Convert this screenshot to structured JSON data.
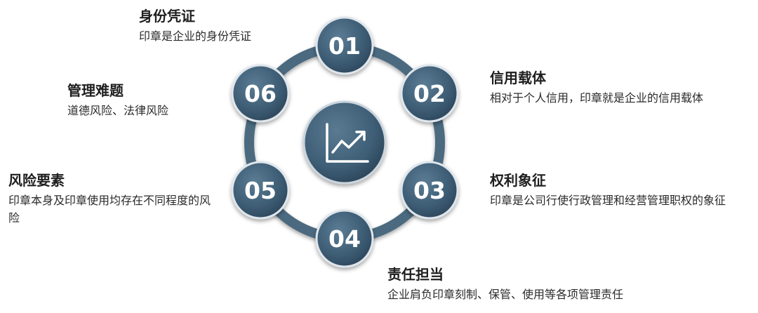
{
  "colors": {
    "node_fill": "#3f5f77",
    "node_dark": "#2c465b",
    "ring": "#4b6a80",
    "text": "#222222"
  },
  "center": {
    "icon": "line-chart-icon"
  },
  "nodes": [
    {
      "number": "01",
      "title": "身份凭证",
      "desc": "印章是企业的身份凭证"
    },
    {
      "number": "02",
      "title": "信用载体",
      "desc": "相对于个人信用，印章就是企业的信用载体"
    },
    {
      "number": "03",
      "title": "权利象征",
      "desc": "印章是公司行使行政管理和经营管理职权的象征"
    },
    {
      "number": "04",
      "title": "责任担当",
      "desc": "企业肩负印章刻制、保管、使用等各项管理责任"
    },
    {
      "number": "05",
      "title": "风险要素",
      "desc": "印章本身及印章使用均存在不同程度的风险"
    },
    {
      "number": "06",
      "title": "管理难题",
      "desc": "道德风险、法律风险"
    }
  ]
}
